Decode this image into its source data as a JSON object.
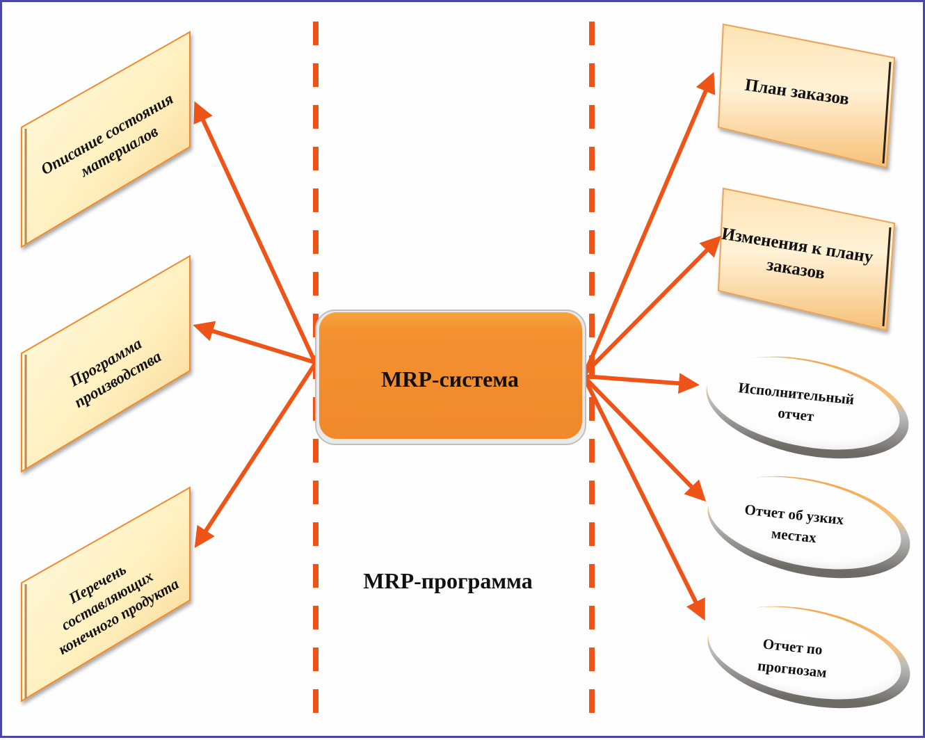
{
  "colors": {
    "frame": "#4b48a3",
    "accent": "#ee5318",
    "center_fill": "#f39030",
    "panel_light": "#fff6cf",
    "panel_dark": "#f8c67a"
  },
  "center": {
    "system_label": "MRP-система",
    "program_label": "MRP-программа"
  },
  "inputs": [
    {
      "lines": [
        "Описание состояния",
        "материалов"
      ]
    },
    {
      "lines": [
        "Программа",
        "производства"
      ]
    },
    {
      "lines": [
        "Перечень",
        "составляющих",
        "конечного  продукта"
      ]
    }
  ],
  "outputs": [
    {
      "shape": "panel",
      "lines": [
        "План заказов"
      ]
    },
    {
      "shape": "panel",
      "lines": [
        "Изменения к плану",
        "заказов"
      ]
    },
    {
      "shape": "ellipse",
      "lines": [
        "Исполнительный",
        "отчет"
      ]
    },
    {
      "shape": "ellipse",
      "lines": [
        "Отчет об узких",
        "местах"
      ]
    },
    {
      "shape": "ellipse",
      "lines": [
        "Отчет по",
        "прогнозам"
      ]
    }
  ]
}
